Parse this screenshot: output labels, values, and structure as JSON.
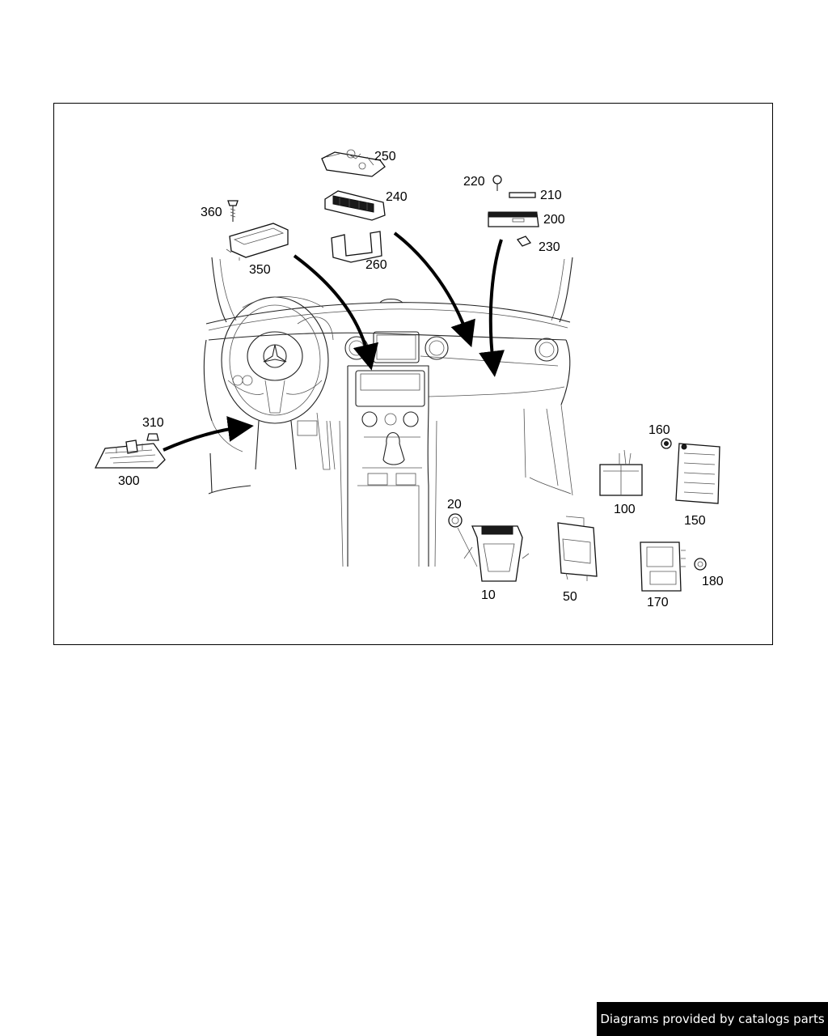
{
  "callouts": {
    "c10": "10",
    "c20": "20",
    "c50": "50",
    "c100": "100",
    "c150": "150",
    "c160": "160",
    "c170": "170",
    "c180": "180",
    "c200": "200",
    "c210": "210",
    "c220": "220",
    "c230": "230",
    "c240": "240",
    "c250": "250",
    "c260": "260",
    "c300": "300",
    "c310": "310",
    "c350": "350",
    "c360": "360"
  },
  "watermark": "Diagrams provided by catalogs parts",
  "colors": {
    "line": "#000000",
    "background": "#ffffff",
    "watermark_bg": "#000000",
    "watermark_text": "#ffffff"
  }
}
